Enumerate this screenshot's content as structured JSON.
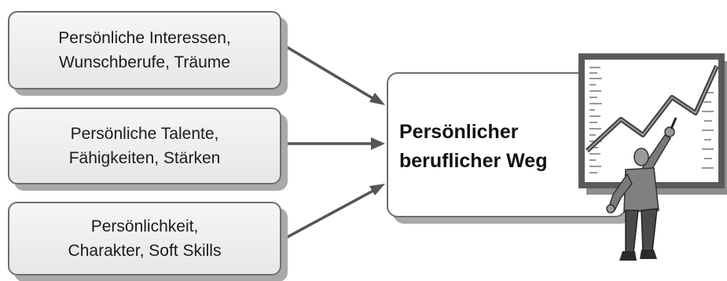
{
  "boxes": [
    {
      "line1": "Persönliche Interessen,",
      "line2": "Wunschberufe, Träume"
    },
    {
      "line1": "Persönliche Talente,",
      "line2": "Fähigkeiten, Stärken"
    },
    {
      "line1": "Persönlichkeit,",
      "line2": "Charakter, Soft Skills"
    }
  ],
  "center": {
    "line1": "Persönlicher",
    "line2": "beruflicher Weg"
  },
  "colors": {
    "border": "#6e6e6e",
    "shadow": "#a9a9a9",
    "arrow": "#555555",
    "fill": "#eeeeee"
  },
  "clipart": {
    "icon": "presenter-chart-icon"
  }
}
